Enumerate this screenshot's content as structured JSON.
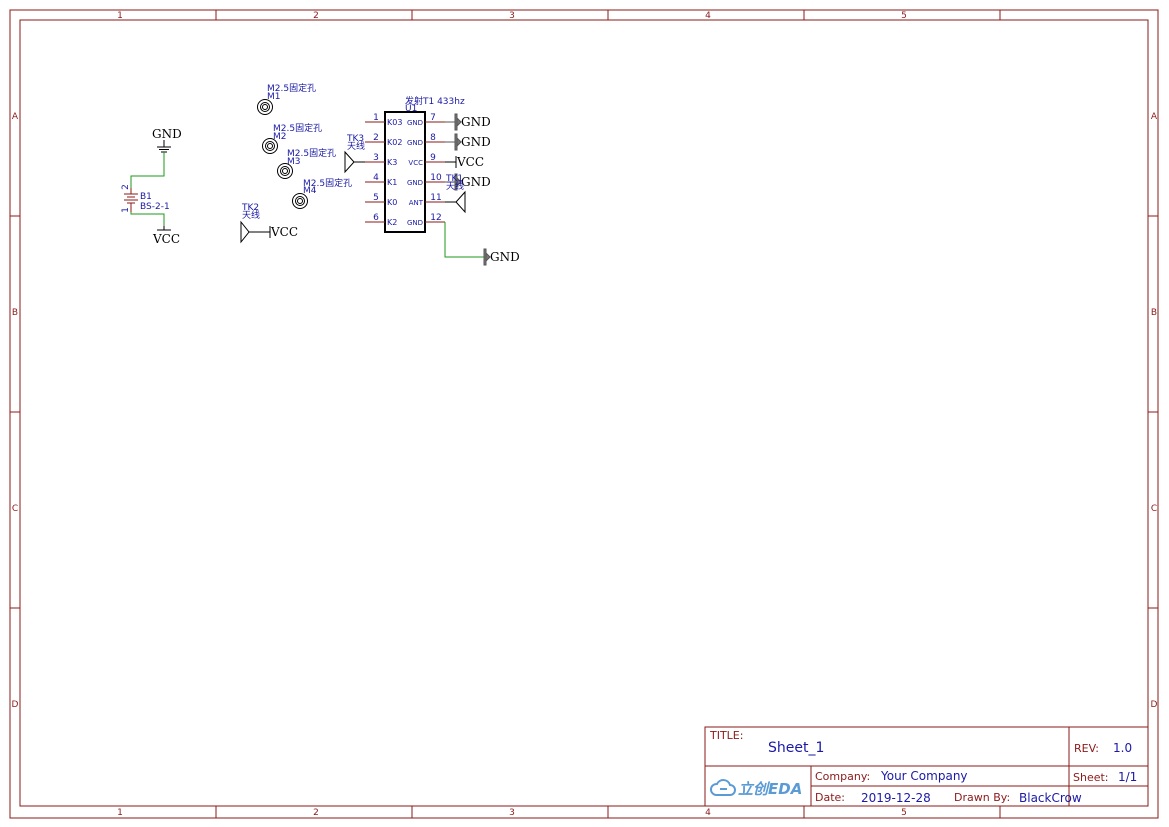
{
  "colors": {
    "frame": "#8b1a1a",
    "wire": "#1e9a1e",
    "pin": "#8b1a1a",
    "text_blue": "#1a1aa6",
    "net_text": "#000000",
    "logo": "#5b9bd5"
  },
  "frame": {
    "col_labels": [
      "1",
      "2",
      "3",
      "4",
      "5"
    ],
    "row_labels": [
      "A",
      "B",
      "C",
      "D"
    ]
  },
  "battery": {
    "designator": "B1",
    "value": "BS-2-1",
    "pin_top": "2",
    "pin_bottom": "1",
    "net_top": "GND",
    "net_bottom": "VCC"
  },
  "holes": [
    {
      "designator": "M1",
      "value": "M2.5固定孔"
    },
    {
      "designator": "M2",
      "value": "M2.5固定孔"
    },
    {
      "designator": "M3",
      "value": "M2.5固定孔"
    },
    {
      "designator": "M4",
      "value": "M2.5固定孔"
    }
  ],
  "antennas": {
    "tk2": {
      "designator": "TK2",
      "value": "天线",
      "net": "VCC"
    },
    "tk3": {
      "designator": "TK3",
      "value": "天线"
    },
    "tk1": {
      "designator": "TK1",
      "value": "天线"
    }
  },
  "module": {
    "designator": "U1",
    "value": "发射T1 433hz",
    "left_pins": [
      {
        "num": "1",
        "name": "K03"
      },
      {
        "num": "2",
        "name": "K02"
      },
      {
        "num": "3",
        "name": "K3"
      },
      {
        "num": "4",
        "name": "K1"
      },
      {
        "num": "5",
        "name": "K0"
      },
      {
        "num": "6",
        "name": "K2"
      }
    ],
    "right_pins": [
      {
        "num": "7",
        "name": "GND",
        "net": "GND"
      },
      {
        "num": "8",
        "name": "GND",
        "net": "GND"
      },
      {
        "num": "9",
        "name": "VCC",
        "net": "VCC"
      },
      {
        "num": "10",
        "name": "GND",
        "net": "GND"
      },
      {
        "num": "11",
        "name": "ANT",
        "net": ""
      },
      {
        "num": "12",
        "name": "GND",
        "net": "GND"
      }
    ]
  },
  "title_block": {
    "title_label": "TITLE:",
    "title": "Sheet_1",
    "rev_label": "REV:",
    "rev": "1.0",
    "logo_text": "立创EDA",
    "company_label": "Company:",
    "company": "Your Company",
    "sheet_label": "Sheet:",
    "sheet": "1/1",
    "date_label": "Date:",
    "date": "2019-12-28",
    "drawn_label": "Drawn By:",
    "drawn_by": "BlackCrow"
  }
}
